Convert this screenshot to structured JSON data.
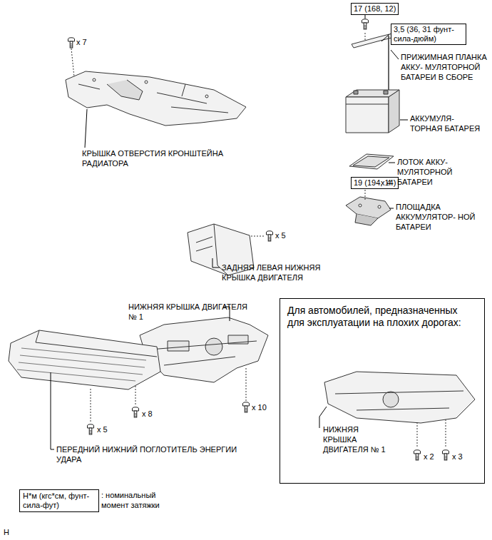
{
  "diagram": {
    "nodes": [
      {
        "text": [
          "17 (168, 12)"
        ]
      },
      {
        "text": [
          "3,5 (36, 31 фунт-сила-дюйм)"
        ]
      },
      {
        "text": [
          "19 (194, 14)"
        ]
      },
      {
        "text": [
          "Для автомобилей, предназначенных для эксплуатации на плохих дорогах:"
        ]
      },
      {
        "text": [
          "Н*м (кгс*см, фунт-сила-фут)"
        ]
      }
    ],
    "labels": [
      "x 7",
      "КРЫШКА ОТВЕРСТИЯ КРОНШТЕЙНА РАДИАТОРА",
      "ПРИЖИМНАЯ ПЛАНКА АККУ- МУЛЯТОРНОЙ БАТАРЕИ В СБОРЕ",
      "АККУМУЛЯ- ТОРНАЯ БАТАРЕЯ",
      "ЛОТОК АККУ- МУЛЯТОРНОЙ БАТАРЕИ",
      "x 4",
      "ПЛОЩАДКА АККУМУЛЯТОР- НОЙ БАТАРЕИ",
      "x 5",
      "ЗАДНЯЯ ЛЕВАЯ НИЖНЯЯ КРЫШКА ДВИГАТЕЛЯ",
      "НИЖНЯЯ КРЫШКА ДВИГАТЕЛЯ № 1",
      "x 5",
      "x 8",
      "x 10",
      "ПЕРЕДНИЙ НИЖНИЙ ПОГЛОТИТЕЛЬ ЭНЕРГИИ УДАРА",
      "НИЖНЯЯ КРЫШКА ДВИГАТЕЛЯ № 1",
      "x 2",
      "x 3",
      ": номинальный момент затяжки",
      "H"
    ]
  }
}
